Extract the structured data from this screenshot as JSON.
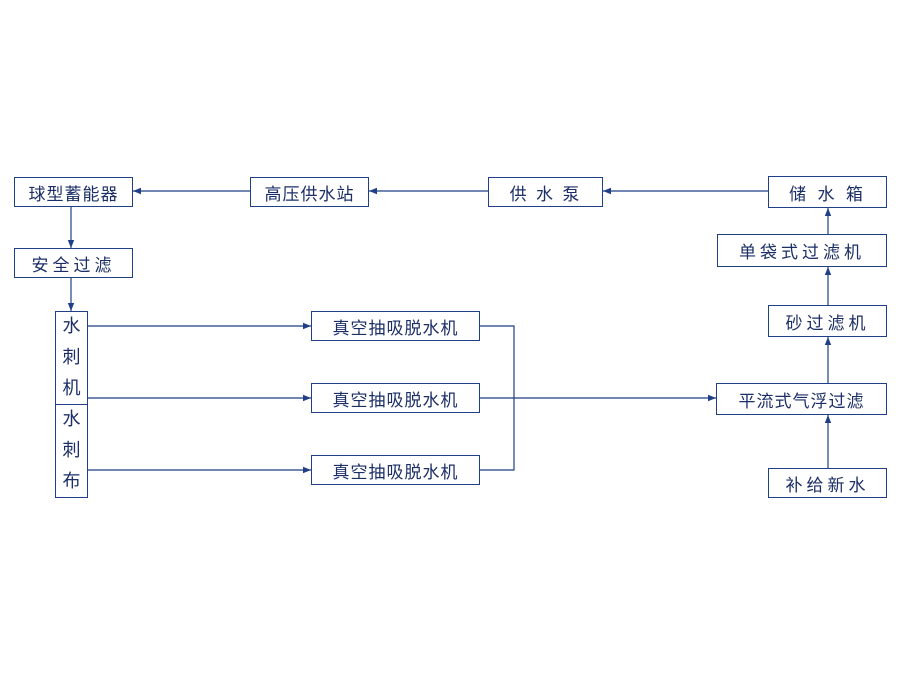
{
  "nodes": {
    "ball_accumulator": "球型蓄能器",
    "high_pressure_station": "高压供水站",
    "supply_pump": "供 水 泵",
    "storage_tank": "储 水 箱",
    "safety_filter": "安全过滤",
    "single_bag_filter": "单袋式过滤机",
    "sand_filter": "砂过滤机",
    "vacuum_dewatering_1": "真空抽吸脱水机",
    "vacuum_dewatering_2": "真空抽吸脱水机",
    "vacuum_dewatering_3": "真空抽吸脱水机",
    "flotation_filter": "平流式气浮过滤",
    "fresh_water": "补给新水"
  },
  "column": {
    "machine_chars": [
      "水",
      "刺",
      "机"
    ],
    "cloth_chars": [
      "水",
      "刺",
      "布"
    ]
  },
  "colors": {
    "line": "#1f3f86",
    "text": "#1b2e66",
    "background": "#ffffff"
  }
}
